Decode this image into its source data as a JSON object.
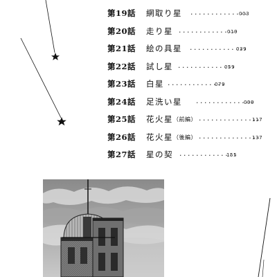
{
  "toc": {
    "entries": [
      {
        "chapter": "第19話",
        "title": "網取り星",
        "sub": "",
        "dots": "..............",
        "page": "003"
      },
      {
        "chapter": "第20話",
        "title": "走り星",
        "sub": "",
        "dots": "..............",
        "page": "019"
      },
      {
        "chapter": "第21話",
        "title": "絵の具星",
        "sub": "",
        "dots": "..............",
        "page": "039"
      },
      {
        "chapter": "第22話",
        "title": "試し星",
        "sub": "",
        "dots": "..............",
        "page": "059"
      },
      {
        "chapter": "第23話",
        "title": "白星",
        "sub": "",
        "dots": "..............",
        "page": "079"
      },
      {
        "chapter": "第24話",
        "title": "足洗い星",
        "sub": "",
        "dots": "..............",
        "page": "099"
      },
      {
        "chapter": "第25話",
        "title": "花火星",
        "sub": "（前編）",
        "dots": "...............",
        "page": "117"
      },
      {
        "chapter": "第26話",
        "title": "花火星",
        "sub": "（後編）",
        "dots": "...............",
        "page": "137"
      },
      {
        "chapter": "第27話",
        "title": "星の契",
        "sub": "",
        "dots": "..............",
        "page": "155"
      }
    ]
  },
  "colors": {
    "ink": "#111111",
    "paper": "#ffffff"
  },
  "icons": [
    "star-icon",
    "shooting-star-trail"
  ]
}
